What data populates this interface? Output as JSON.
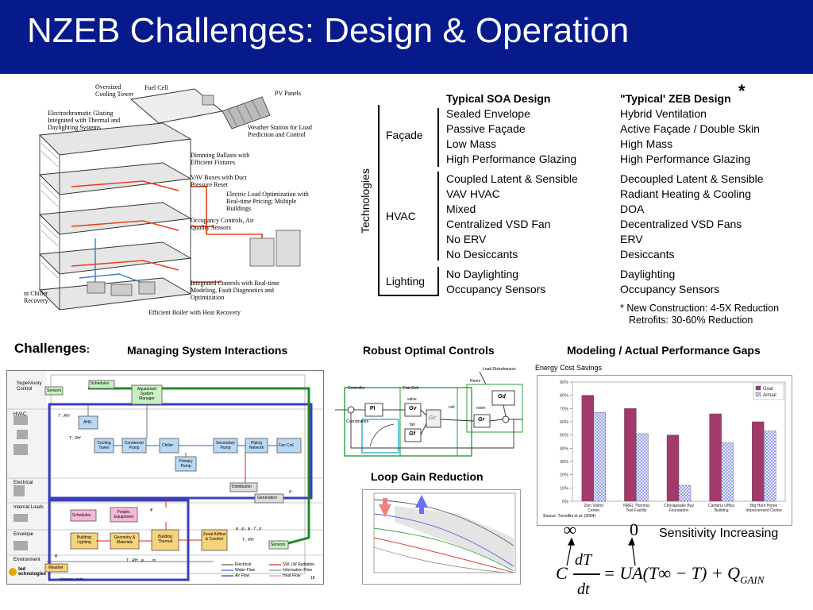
{
  "slide": {
    "title": "NZEB Challenges: Design & Operation",
    "page_number": "18"
  },
  "building": {
    "labels": [
      "Oversized Cooling Tower",
      "Fuel Cell",
      "PV Panels",
      "Electrochromatic Glazing Integrated with Thermal and Daylighting Systems",
      "Weather Station for Load Prediction and Control",
      "Dimming Ballasts with Efficient Fixtures",
      "VAV Boxes with Duct Pressure Reset",
      "Electric Load Optimization with Real-time Pricing; Multiple Buildings",
      "Occupancy Controls, Air Quality Sensors",
      "Integrated Controls with Real-time Modeling, Fault Diagnostics and Optimization",
      "nt Chiller Recovery",
      "Efficient Boiler with Heat Recovery"
    ]
  },
  "table": {
    "axis_label": "Technologies",
    "col1_header": "Typical SOA Design",
    "col2_header": "\"Typical' ZEB Design",
    "asterisk": "*",
    "groups": [
      {
        "label": "Façade",
        "soa": [
          "Sealed Envelope",
          "Passive Façade",
          "Low Mass",
          "High Performance Glazing"
        ],
        "zeb": [
          "Hybrid Ventilation",
          "Active Façade / Double Skin",
          "High Mass",
          "High Performance Glazing"
        ]
      },
      {
        "label": "HVAC",
        "soa": [
          "Coupled Latent & Sensible",
          "VAV HVAC",
          "Mixed",
          "Centralized VSD Fan",
          "No ERV",
          "No Desiccants"
        ],
        "zeb": [
          "Decoupled Latent & Sensible",
          "Radiant Heating & Cooling",
          "DOA",
          "Decentralized VSD Fans",
          "ERV",
          "Desiccants"
        ]
      },
      {
        "label": "Lighting",
        "soa": [
          "No Daylighting",
          "Occupancy Sensors"
        ],
        "zeb": [
          "Daylighting",
          "Occupancy Sensors"
        ]
      }
    ],
    "footnote": [
      "* New Construction: 4-5X Reduction",
      "Retrofits: 30-60% Reduction"
    ]
  },
  "challenges": {
    "label": "Challenges",
    "colon": ":",
    "items": [
      "Managing System Interactions",
      "Robust Optimal Controls",
      "Modeling / Actual Performance Gaps"
    ]
  },
  "system_diagram": {
    "side_labels": [
      "Supervisory Control",
      "HVAC",
      "Electrical",
      "Internal Loads",
      "Envelope",
      "Environment"
    ],
    "blocks": {
      "schedules_top": "Schedules",
      "sensors_top": "Sensors",
      "aquasmart": "Aquasmart System Manager",
      "ahu": "AHU",
      "cooling_tower": "Cooling Tower",
      "condenser_pump": "Condenser Pump",
      "chiller": "Chiller",
      "secondary_pump": "Secondary Pump",
      "piping_network": "Piping Network",
      "fan_coil": "Fan Coil",
      "primary_pump": "Primary Pump",
      "distribution": "Distribution",
      "generation": "Generation",
      "schedules_mid": "Schedules",
      "people_equipment": "People, Equipment",
      "building_lighting": "Building Lighting",
      "geometry_materials": "Geometry & Materials",
      "building_thermal": "Building Thermal",
      "zonal": "Zonal Airflow & Comfort",
      "sensors_bottom": "Sensors",
      "weather": "Weather"
    },
    "var_labels": [
      "T , RH",
      "T , RH",
      "T , RH",
      "T , RH , φ , ..., m",
      "P",
      "φ",
      "φ , φ , φ , T , p",
      "φ"
    ],
    "legend": [
      "Electrical",
      "Water Flow",
      "Air Flow",
      "SW, LW Radiation",
      "Information Flow",
      "Heat Flow"
    ],
    "logo_text": "ted echnologies",
    "logo_sub": "Research Center"
  },
  "control_diagram": {
    "load_disturbances": "Load Disturbances",
    "room": "Room",
    "controller": "Controller",
    "fan_coil": "Fan-Coil",
    "valve": "valve",
    "coil": "coil",
    "fan": "fan",
    "coordination": "Coordination",
    "room_inner": "room",
    "blocks": [
      "PI",
      "Gv",
      "Gf",
      "Gc",
      "Gr",
      "Gd"
    ],
    "caption": "Loop Gain Reduction"
  },
  "bar_chart": {
    "caption": "Energy Cost Savings",
    "source": "Source: Torcellini et al.  (2004)"
  },
  "chart_data": {
    "type": "bar",
    "title": "Energy Cost Savings",
    "categories": [
      "Zion Visitor Center",
      "NREL Thermal Test Facility",
      "Chesapeake Bay Foundation",
      "Cambria Office Building",
      "Big Horn Home Improvement Center"
    ],
    "series": [
      {
        "name": "Goal",
        "values": [
          80,
          70,
          50,
          66,
          60
        ]
      },
      {
        "name": "Actual",
        "values": [
          67,
          51,
          12,
          44,
          53
        ]
      }
    ],
    "yticks": [
      "0%",
      "10%",
      "20%",
      "30%",
      "40%",
      "50%",
      "60%",
      "70%",
      "80%",
      "90%"
    ],
    "ylim": [
      0,
      90
    ],
    "legend_position": "top-right",
    "grid": false,
    "colors": {
      "goal": "#a3386a",
      "actual": "#9aa2e8"
    }
  },
  "equation": {
    "infinity": "∞",
    "zero": "0",
    "sensitivity": "Sensitivity Increasing",
    "lhs_c": "C",
    "dT": "dT",
    "dt": "dt",
    "rhs": "= UA(T∞ − T) + Q",
    "gain": "GAIN"
  }
}
